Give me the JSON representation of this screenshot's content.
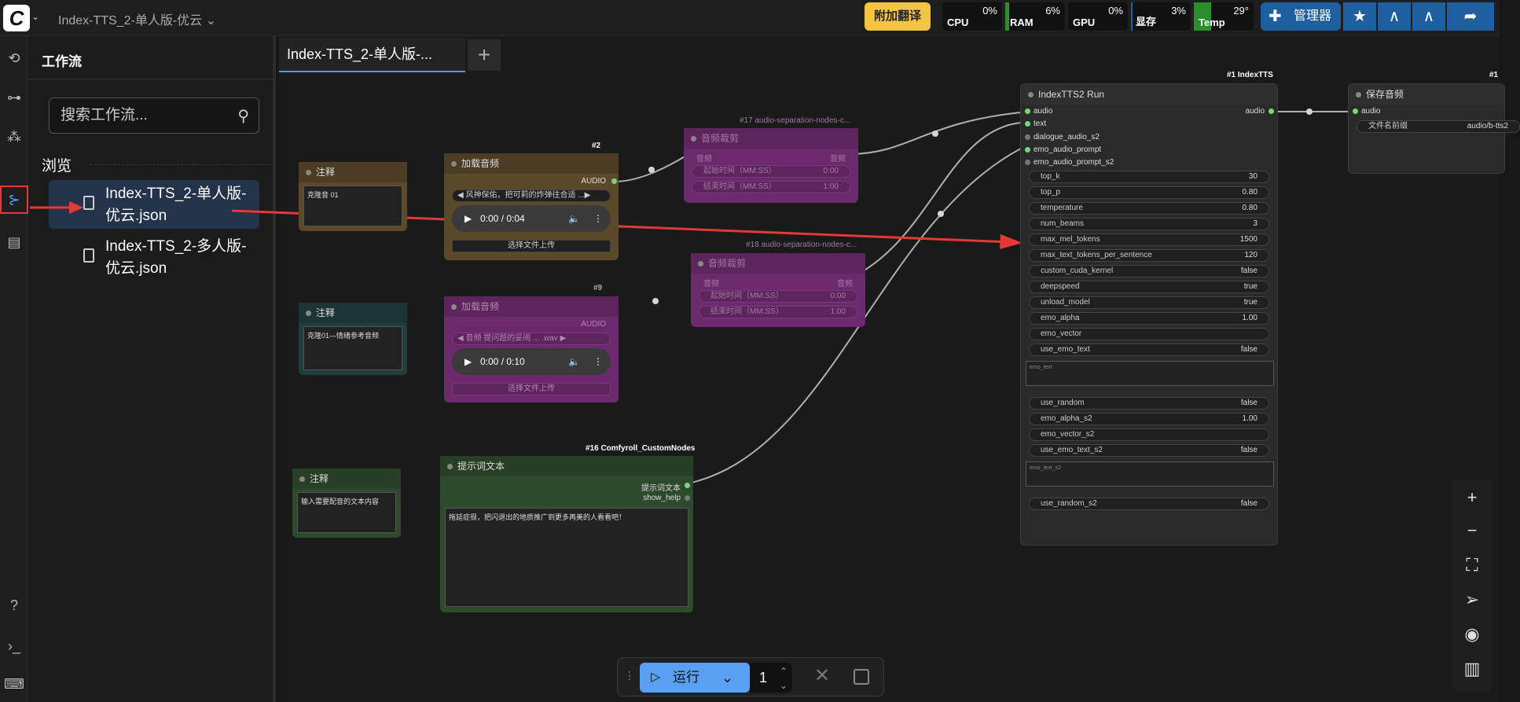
{
  "topbar": {
    "logo": "C",
    "workflow_title": "Index-TTS_2-单人版-优云",
    "translate_label": "附加翻译",
    "monitors": [
      {
        "label": "CPU",
        "value": "0%",
        "fraction": 0.0
      },
      {
        "label": "RAM",
        "value": "6%",
        "fraction": 0.06
      },
      {
        "label": "GPU",
        "value": "0%",
        "fraction": 0.0
      },
      {
        "label": "显存",
        "value": "3%",
        "fraction": 0.03
      },
      {
        "label": "Temp",
        "value": "29°",
        "fraction": 0.29
      }
    ],
    "manager_label": "管理器"
  },
  "sidebar": {
    "title": "工作流",
    "search_placeholder": "搜索工作流...",
    "browse_label": "浏览",
    "files": [
      {
        "name": "Index-TTS_2-单人版-优云.json",
        "selected": true
      },
      {
        "name": "Index-TTS_2-多人版-优云.json",
        "selected": false
      }
    ]
  },
  "tabs": {
    "active": "Index-TTS_2-单人版-...",
    "add": "+"
  },
  "nodes": {
    "note1": {
      "title": "注释",
      "text": "克隆音 01"
    },
    "note2": {
      "title": "注释",
      "text": "克隆01—情绪参考音频"
    },
    "note3": {
      "title": "注释",
      "text": "输入需要配音的文本内容"
    },
    "load1": {
      "id": "#2",
      "title": "加载音频",
      "out": "AUDIO",
      "file": "◀ 风神保佑，把可莉的炸弹往合适 ...▶",
      "time": "0:00 / 0:04",
      "upload": "选择文件上传"
    },
    "load2": {
      "id": "#9",
      "title": "加载音频",
      "out": "AUDIO",
      "file": "◀ 音频     提问题的妥闹 ... .wav ▶",
      "time": "0:00 / 0:10",
      "upload": "选择文件上传"
    },
    "sep1": {
      "id": "#17 audio-separation-nodes-c...",
      "title": "音频裁剪",
      "in": "音频",
      "out": "音频",
      "start_label": "起始时间（MM:SS）",
      "start": "0:00",
      "end_label": "结束时间（MM:SS）",
      "end": "1:00"
    },
    "sep2": {
      "id": "#18 audio-separation-nodes-c...",
      "title": "音频裁剪",
      "in": "音频",
      "out": "音频",
      "start_label": "起始时间（MM:SS）",
      "start": "0:00",
      "end_label": "结束时间（MM:SS）",
      "end": "1:00"
    },
    "prompt": {
      "id": "#16 Comfyroll_CustomNodes",
      "title": "提示词文本",
      "out1": "提示词文本",
      "out2": "show_help",
      "text": "拖延症很，把闪退出的地质推广到更多再美的人看看吧！"
    },
    "tts": {
      "id": "#1 IndexTTS",
      "title": "IndexTTS2 Run",
      "inputs": [
        "audio",
        "text",
        "dialogue_audio_s2",
        "emo_audio_prompt",
        "emo_audio_prompt_s2"
      ],
      "output": "audio",
      "widgets": [
        {
          "k": "top_k",
          "v": "30"
        },
        {
          "k": "top_p",
          "v": "0.80"
        },
        {
          "k": "temperature",
          "v": "0.80"
        },
        {
          "k": "num_beams",
          "v": "3"
        },
        {
          "k": "max_mel_tokens",
          "v": "1500"
        },
        {
          "k": "max_text_tokens_per_sentence",
          "v": "120"
        },
        {
          "k": "custom_cuda_kernel",
          "v": "false"
        },
        {
          "k": "deepspeed",
          "v": "true"
        },
        {
          "k": "unload_model",
          "v": "true"
        },
        {
          "k": "emo_alpha",
          "v": "1.00"
        },
        {
          "k": "emo_vector",
          "v": ""
        },
        {
          "k": "use_emo_text",
          "v": "false"
        }
      ],
      "emo_text_label": "emo_text",
      "widgets2": [
        {
          "k": "use_random",
          "v": "false"
        },
        {
          "k": "emo_alpha_s2",
          "v": "1.00"
        },
        {
          "k": "emo_vector_s2",
          "v": ""
        },
        {
          "k": "use_emo_text_s2",
          "v": "false"
        }
      ],
      "emo_text_s2_label": "emo_text_s2",
      "last": {
        "k": "use_random_s2",
        "v": "false"
      }
    },
    "save": {
      "id": "#1",
      "title": "保存音频",
      "in": "audio",
      "prefix_label": "文件名前缀",
      "prefix": "audio/b-tts2"
    }
  },
  "runbar": {
    "run_label": "运行",
    "count": "1"
  }
}
